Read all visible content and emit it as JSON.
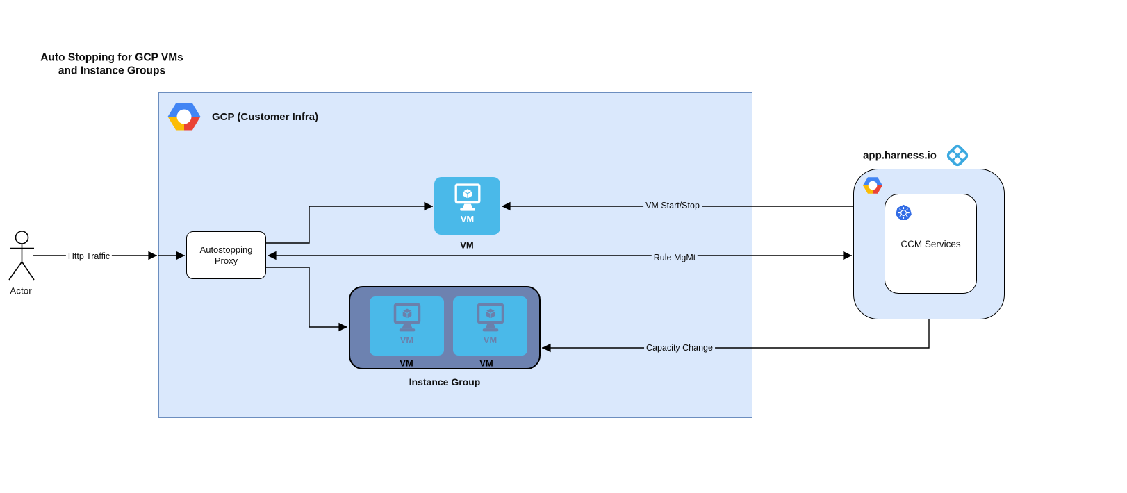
{
  "diagram": {
    "title_line1": "Auto Stopping for GCP VMs",
    "title_line2": "and Instance Groups"
  },
  "actor": {
    "label": "Actor"
  },
  "gcp_container": {
    "label": "GCP (Customer Infra)"
  },
  "autostopping_proxy": {
    "line1": "Autostopping",
    "line2": "Proxy"
  },
  "vm_node": {
    "tile_label": "VM",
    "caption": "VM"
  },
  "instance_group": {
    "caption": "Instance Group",
    "vms": [
      {
        "tile_label": "VM",
        "caption": "VM"
      },
      {
        "tile_label": "VM",
        "caption": "VM"
      }
    ]
  },
  "harness": {
    "domain_label": "app.harness.io",
    "ccm_service_label": "CCM Services"
  },
  "edges": {
    "http_traffic": "Http Traffic",
    "vm_start_stop": "VM Start/Stop",
    "rule_mgmt": "Rule MgMt",
    "capacity_change": "Capacity Change"
  },
  "icons": {
    "gcp_logo": "gcp-hexagon-logo",
    "harness_logo": "harness-diamond-logo",
    "kubernetes_logo": "kubernetes-helm-wheel",
    "vm_icon": "vm-monitor-with-cube",
    "actor_icon": "person-stick-figure"
  },
  "colors": {
    "container_fill": "#dae8fc",
    "gcp_container_border": "#6c8ebf",
    "instance_group_fill": "#6d82b0",
    "vm_tile_fill": "#4ab9e9",
    "vm_icon_muted": "#6b80ab",
    "harness_logo_blue": "#3ba9e0",
    "kubernetes_blue": "#326ce5",
    "gcp_logo_blue": "#4285f4",
    "gcp_logo_red": "#ea4335",
    "gcp_logo_yellow": "#fbbc05",
    "line_color": "#000000"
  }
}
